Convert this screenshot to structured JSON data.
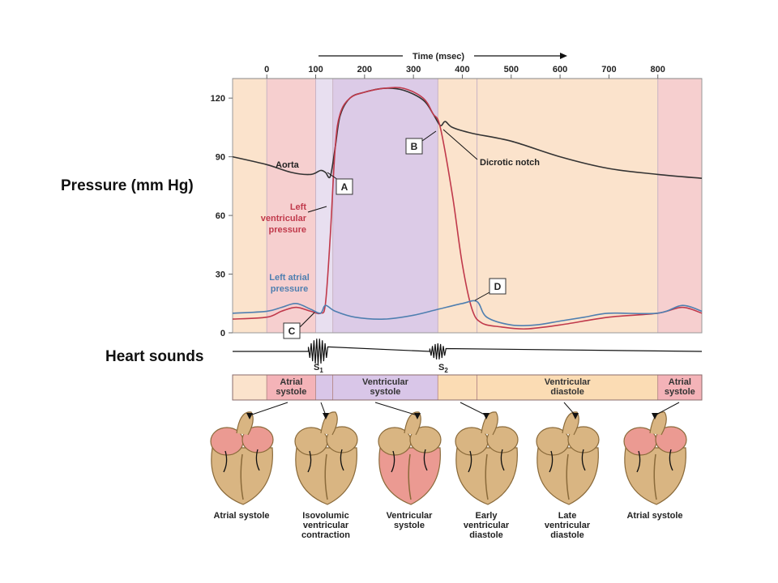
{
  "chart_data": {
    "type": "line",
    "title": "",
    "time_axis": {
      "label": "Time (msec)",
      "ticks": [
        0,
        100,
        200,
        300,
        400,
        500,
        600,
        700,
        800
      ],
      "xlim": [
        -70,
        890
      ]
    },
    "pressure_axis": {
      "label": "Pressure (mm Hg)",
      "ticks": [
        0,
        30,
        60,
        90,
        120
      ],
      "ylim": [
        0,
        130
      ]
    },
    "series": [
      {
        "name": "Aorta",
        "color": "#333333",
        "x": [
          -70,
          0,
          50,
          90,
          110,
          120,
          130,
          140,
          150,
          170,
          200,
          240,
          280,
          320,
          340,
          355,
          365,
          380,
          420,
          500,
          600,
          700,
          800,
          890
        ],
        "y": [
          90,
          86,
          82,
          81,
          83,
          82,
          80,
          95,
          111,
          120,
          123,
          125,
          124,
          119,
          112,
          106,
          108,
          105,
          102,
          98,
          90,
          84,
          81,
          79
        ]
      },
      {
        "name": "Left ventricular pressure",
        "color": "#c0394b",
        "x": [
          -70,
          0,
          30,
          60,
          90,
          110,
          120,
          130,
          140,
          150,
          170,
          200,
          240,
          280,
          320,
          340,
          355,
          380,
          400,
          420,
          440,
          480,
          530,
          600,
          700,
          800,
          850,
          890
        ],
        "y": [
          7,
          8,
          11,
          13,
          11,
          10,
          15,
          50,
          95,
          112,
          120,
          123,
          125,
          125,
          120,
          112,
          105,
          70,
          35,
          12,
          5,
          3,
          2,
          4,
          8,
          10,
          13,
          10
        ]
      },
      {
        "name": "Left atrial pressure",
        "color": "#4f7fb0",
        "x": [
          -70,
          0,
          30,
          60,
          90,
          110,
          120,
          140,
          180,
          240,
          300,
          350,
          400,
          430,
          450,
          500,
          550,
          600,
          650,
          700,
          800,
          850,
          890
        ],
        "y": [
          10,
          11,
          13,
          15,
          12,
          10,
          14,
          11,
          8,
          7,
          9,
          12,
          15,
          16,
          8,
          4,
          4,
          6,
          8,
          10,
          10,
          14,
          11
        ]
      }
    ],
    "series_labels": {
      "aorta": "Aorta",
      "lv": [
        "Left",
        "ventricular",
        "pressure"
      ],
      "la": [
        "Left atrial",
        "pressure"
      ]
    },
    "annotations": {
      "A": "A",
      "B": "B",
      "C": "C",
      "D": "D",
      "dicrotic_notch": "Dicrotic notch"
    },
    "phase_bands": [
      {
        "from": -70,
        "to": 0,
        "color": "#fbe3cc"
      },
      {
        "from": 0,
        "to": 100,
        "color": "#f6cfcf"
      },
      {
        "from": 100,
        "to": 135,
        "color": "#e8dff0"
      },
      {
        "from": 135,
        "to": 350,
        "color": "#dccbe7"
      },
      {
        "from": 350,
        "to": 430,
        "color": "#fbe3cc"
      },
      {
        "from": 430,
        "to": 800,
        "color": "#fbe3cc"
      },
      {
        "from": 800,
        "to": 890,
        "color": "#f6cfcf"
      }
    ],
    "grid": false
  },
  "heart_sounds": {
    "label": "Heart sounds",
    "s1_main": "S",
    "s1_sub": "1",
    "s2_main": "S",
    "s2_sub": "2",
    "s1_center_ms": 105,
    "s2_center_ms": 350
  },
  "phase_bar": [
    {
      "from": -70,
      "to": 0,
      "lines": [],
      "color": "#fbe3cc"
    },
    {
      "from": 0,
      "to": 100,
      "lines": [
        "Atrial",
        "systole"
      ],
      "color": "#f4b3b8"
    },
    {
      "from": 100,
      "to": 135,
      "lines": [],
      "color": "#d9c6e8"
    },
    {
      "from": 135,
      "to": 350,
      "lines": [
        "Ventricular",
        "systole"
      ],
      "color": "#d9c6e8"
    },
    {
      "from": 350,
      "to": 430,
      "lines": [],
      "color": "#fbdcb4"
    },
    {
      "from": 430,
      "to": 800,
      "lines": [
        "Ventricular",
        "diastole"
      ],
      "color": "#fbdcb4"
    },
    {
      "from": 800,
      "to": 890,
      "lines": [
        "Atrial",
        "systole"
      ],
      "color": "#f4b3b8"
    }
  ],
  "heart_panels": [
    {
      "caption": [
        "Atrial systole"
      ],
      "highlight": "atria"
    },
    {
      "caption": [
        "Isovolumic",
        "ventricular",
        "contraction"
      ],
      "highlight": "none"
    },
    {
      "caption": [
        "Ventricular",
        "systole"
      ],
      "highlight": "ventricles"
    },
    {
      "caption": [
        "Early",
        "ventricular",
        "diastole"
      ],
      "highlight": "none"
    },
    {
      "caption": [
        "Late",
        "ventricular",
        "diastole"
      ],
      "highlight": "none"
    },
    {
      "caption": [
        "Atrial systole"
      ],
      "highlight": "atria"
    }
  ],
  "colors": {
    "aorta": "#333333",
    "lv": "#c0394b",
    "la": "#4f7fb0",
    "heart_tan": "#d9b582",
    "heart_pink": "#eb9a92"
  }
}
